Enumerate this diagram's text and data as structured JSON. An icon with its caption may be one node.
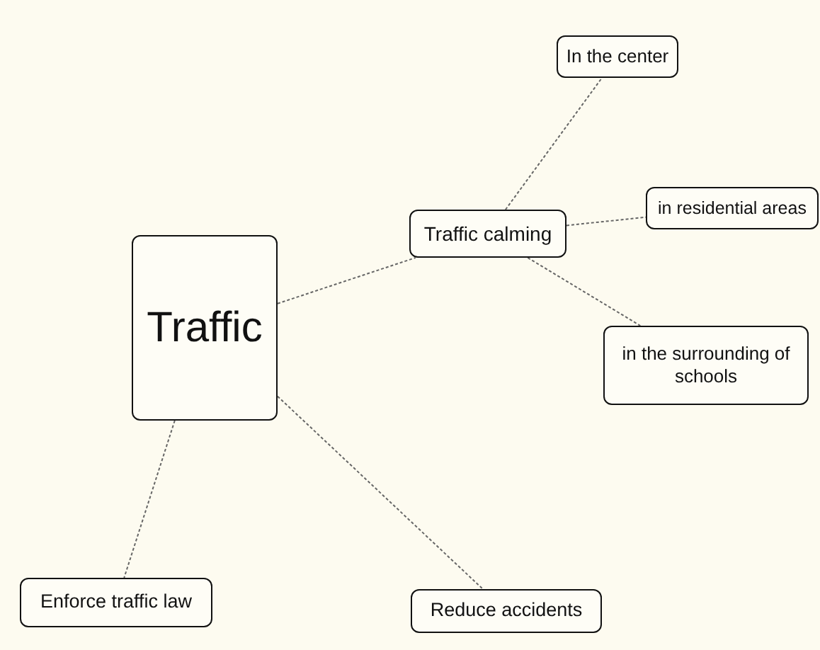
{
  "diagram": {
    "nodes": [
      {
        "text": [
          "Traffic"
        ]
      },
      {
        "text": [
          "Traffic calming"
        ]
      },
      {
        "text": [
          "In the center"
        ]
      },
      {
        "text": [
          "in residential areas"
        ]
      },
      {
        "text": [
          "in the surrounding of schools"
        ]
      },
      {
        "text": [
          "Enforce traffic law"
        ]
      },
      {
        "text": [
          "Reduce accidents"
        ]
      }
    ],
    "edges": [
      {
        "from": 0,
        "to": 1,
        "arrow": "none"
      },
      {
        "from": 1,
        "to": 2,
        "arrow": "none"
      },
      {
        "from": 1,
        "to": 3,
        "arrow": "none"
      },
      {
        "from": 1,
        "to": 4,
        "arrow": "none"
      },
      {
        "from": 0,
        "to": 5,
        "arrow": "none"
      },
      {
        "from": 0,
        "to": 6,
        "arrow": "none"
      }
    ]
  }
}
